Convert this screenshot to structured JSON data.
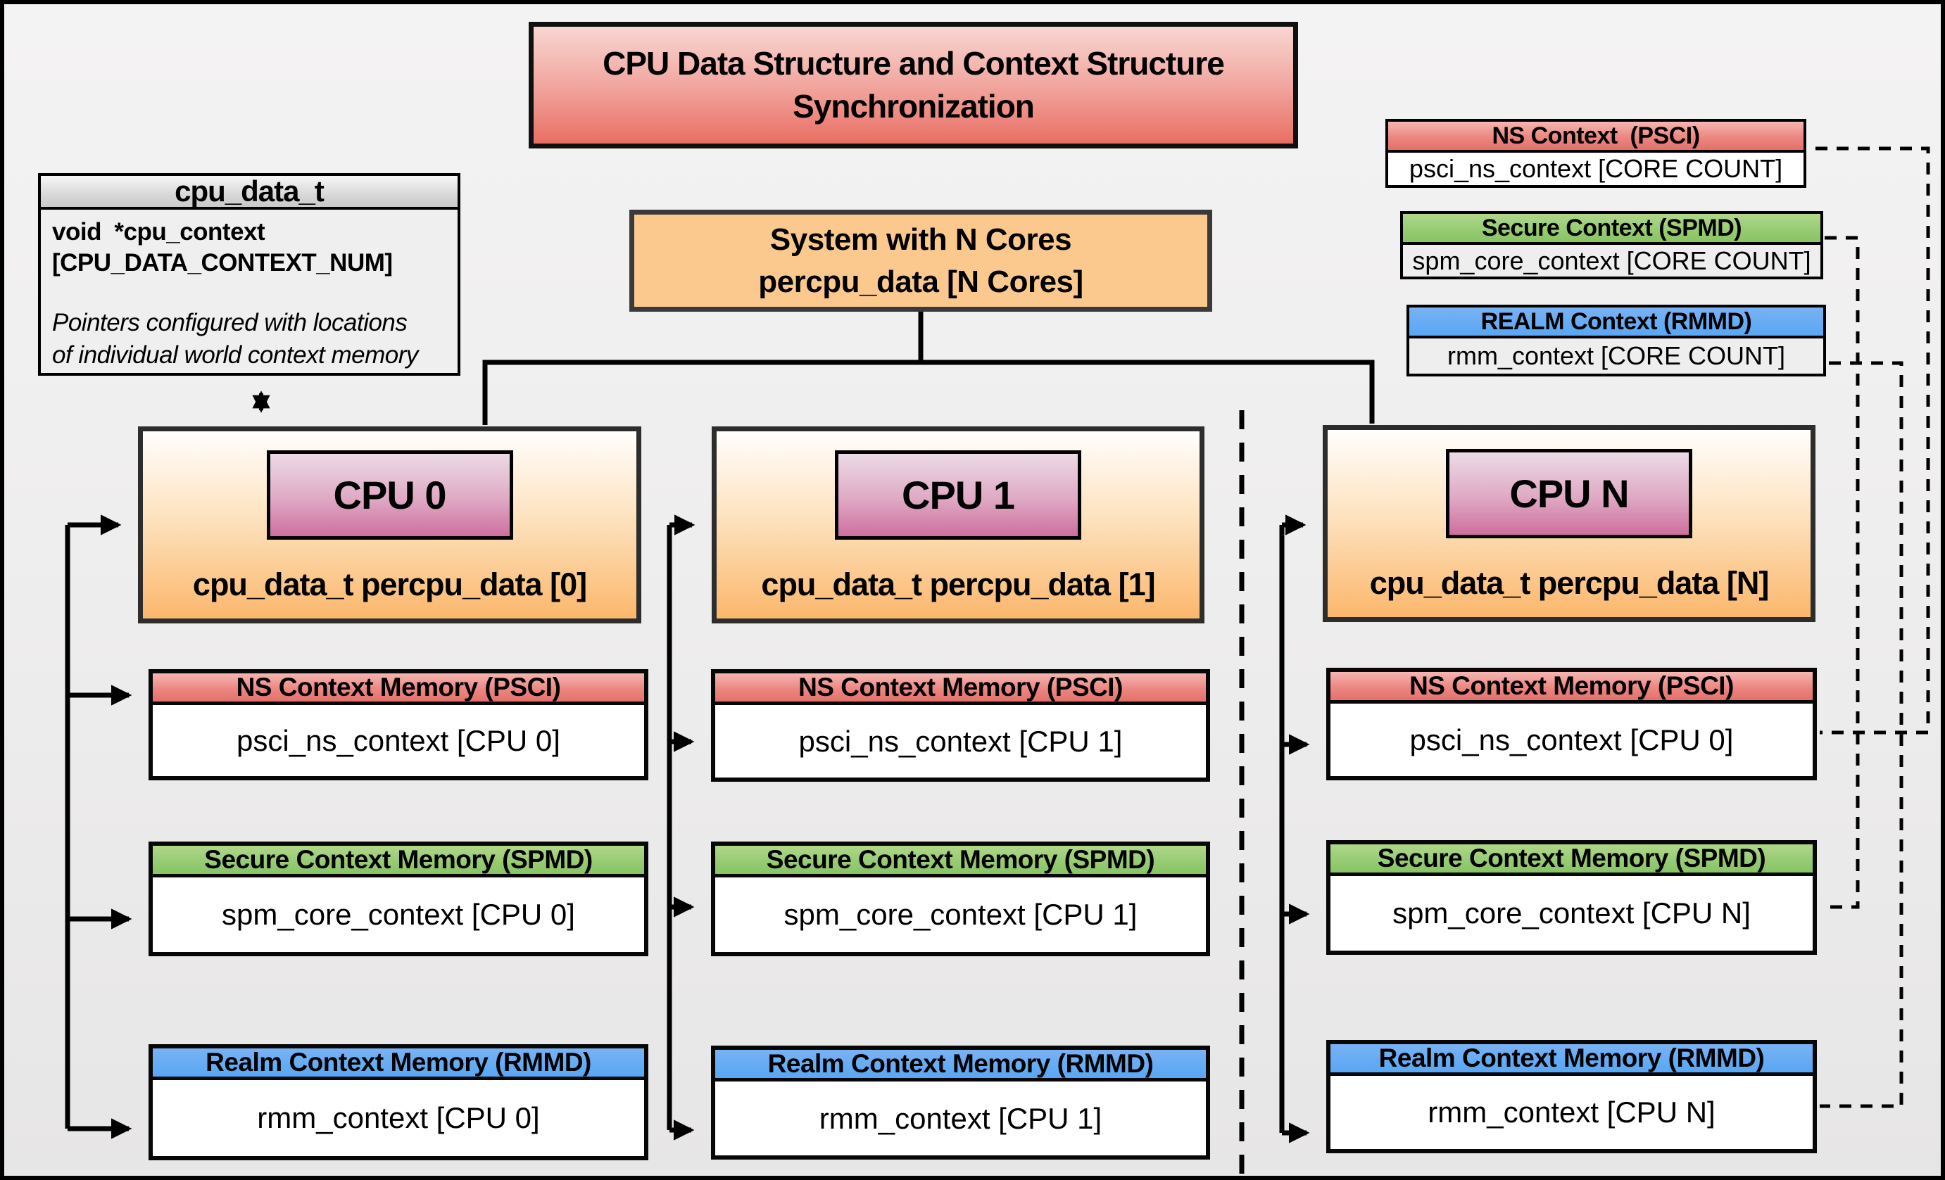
{
  "title": {
    "line1": "CPU Data Structure and Context Structure",
    "line2": "Synchronization"
  },
  "cpu_data_struct": {
    "header": "cpu_data_t",
    "field_line1": "void  *cpu_context",
    "field_line2": "[CPU_DATA_CONTEXT_NUM]",
    "note_line1": "Pointers configured with locations",
    "note_line2": "of individual world context memory"
  },
  "system_box": {
    "line1": "System with N Cores",
    "line2": "percpu_data [N Cores]"
  },
  "legend": {
    "ns": {
      "header": "NS Context  (PSCI)",
      "body": "psci_ns_context [CORE COUNT]"
    },
    "secure": {
      "header": "Secure Context (SPMD)",
      "body": "spm_core_context [CORE COUNT]"
    },
    "realm": {
      "header": "REALM Context (RMMD)",
      "body": "rmm_context [CORE COUNT]"
    }
  },
  "cpus": {
    "cpu0": {
      "chip": "CPU 0",
      "label": "cpu_data_t percpu_data [0]",
      "ns_header": "NS Context Memory (PSCI)",
      "ns_body": "psci_ns_context [CPU 0]",
      "secure_header": "Secure Context Memory (SPMD)",
      "secure_body": "spm_core_context [CPU 0]",
      "realm_header": "Realm Context Memory (RMMD)",
      "realm_body": "rmm_context [CPU 0]"
    },
    "cpu1": {
      "chip": "CPU 1",
      "label": "cpu_data_t percpu_data [1]",
      "ns_header": "NS Context Memory (PSCI)",
      "ns_body": "psci_ns_context [CPU 1]",
      "secure_header": "Secure Context Memory (SPMD)",
      "secure_body": "spm_core_context [CPU 1]",
      "realm_header": "Realm Context Memory (RMMD)",
      "realm_body": "rmm_context [CPU 1]"
    },
    "cpuN": {
      "chip": "CPU N",
      "label": "cpu_data_t percpu_data [N]",
      "ns_header": "NS Context Memory (PSCI)",
      "ns_body": "psci_ns_context [CPU 0]",
      "secure_header": "Secure Context Memory (SPMD)",
      "secure_body": "spm_core_context [CPU N]",
      "realm_header": "Realm Context Memory (RMMD)",
      "realm_body": "rmm_context [CPU N]"
    }
  },
  "colors": {
    "title_red": "#e96e63",
    "ns_red_header": "#e4706a",
    "secure_green_header": "#88c463",
    "realm_blue_header": "#58a7f5",
    "system_orange": "#fbc98e",
    "cpu_chip_pink": "#ce6f9f",
    "cpu_card_orange": "#fbb76c"
  }
}
